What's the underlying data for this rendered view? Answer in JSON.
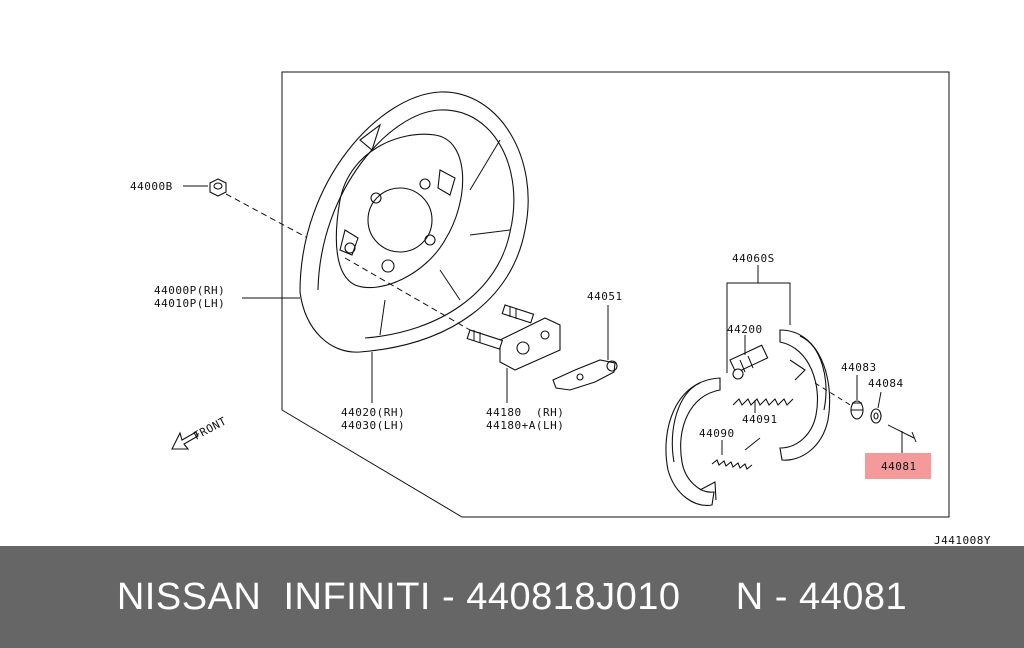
{
  "diagram": {
    "labels": {
      "nut": "44000B",
      "plate_rh": "44000P(RH)",
      "plate_lh": "44010P(LH)",
      "backing_rh": "44020(RH)",
      "backing_lh": "44030(LH)",
      "adjuster_rh": "44180  (RH)",
      "adjuster_lh": "44180+A(LH)",
      "lever": "44051",
      "shoe_set": "44060S",
      "adjuster_assy": "44200",
      "spring_upper": "44091",
      "spring_lower": "44090",
      "retainer": "44083",
      "washer": "44084",
      "pin": "44081",
      "front": "FRONT",
      "diagram_code": "J441008Y"
    },
    "highlight_color": "#f59a9a"
  },
  "footer": {
    "text": "NISSAN  INFINITI - 440818J010     N - 44081",
    "background": "#666666",
    "color": "#ffffff"
  }
}
